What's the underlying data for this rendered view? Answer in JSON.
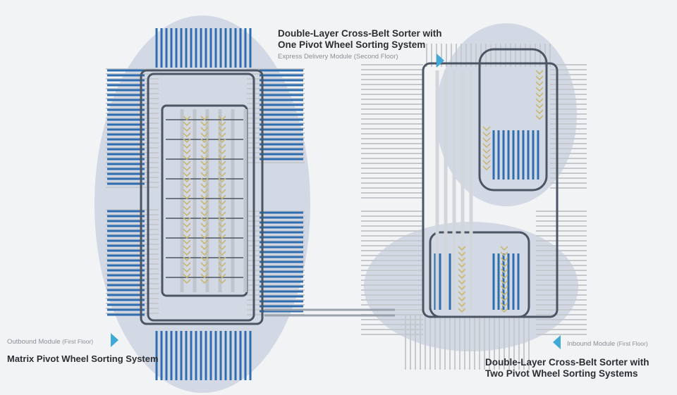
{
  "colors": {
    "zone_fill": "#b9c3d6",
    "belt_blue": "#2f6db1",
    "frame_gray": "#c5c8cc",
    "track_dark": "#4c5563",
    "marker": "#3fa9d8"
  },
  "labels": {
    "top_title_line1": "Double-Layer Cross-Belt Sorter with",
    "top_title_line2": "One Pivot Wheel Sorting System",
    "top_module": "Express Delivery Module (Second Floor)",
    "left_module_name": "Outbound Module",
    "left_module_floor": "(First Floor)",
    "left_title": "Matrix Pivot Wheel Sorting System",
    "right_module_name": "Inbound Module",
    "right_module_floor": "(First Floor)",
    "right_title_line1": "Double-Layer Cross-Belt Sorter with",
    "right_title_line2": "Two Pivot Wheel Sorting Systems"
  },
  "icons": {
    "left_marker": "triangle-right-icon",
    "right_marker": "triangle-left-icon",
    "top_marker": "triangle-right-icon"
  }
}
